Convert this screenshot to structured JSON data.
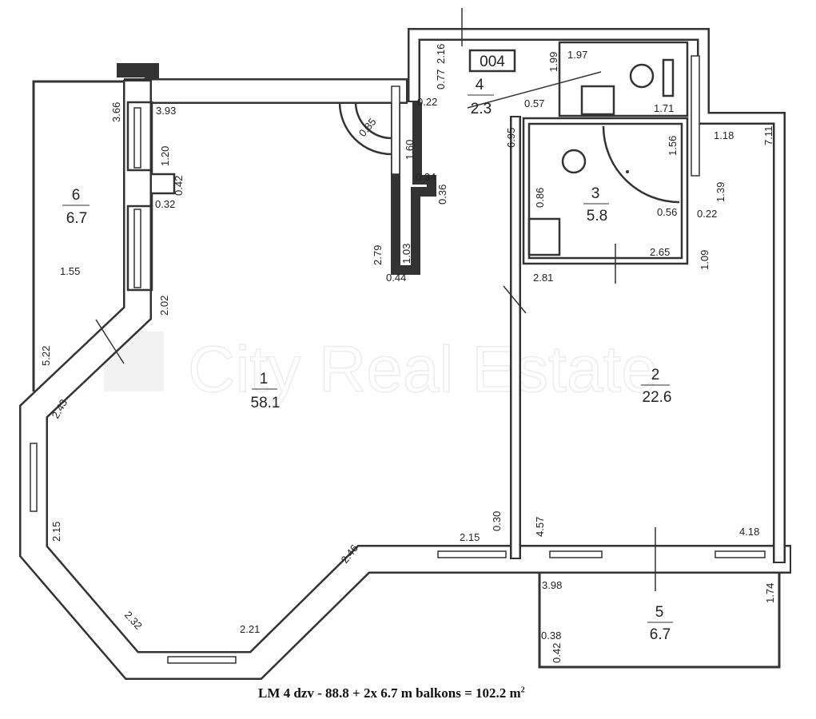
{
  "watermark": "City Real Estate",
  "caption": {
    "text": "LM 4 dzv - 88.8 + 2x 6.7 m balkons = 102.2 m",
    "superscript": "2"
  },
  "apartment_code": "004",
  "rooms": [
    {
      "number": "1",
      "area": "58.1"
    },
    {
      "number": "2",
      "area": "22.6"
    },
    {
      "number": "3",
      "area": "5.8"
    },
    {
      "number": "4",
      "area": "2.3"
    },
    {
      "number": "5",
      "area": "6.7"
    },
    {
      "number": "6",
      "area": "6.7"
    }
  ],
  "dimensions": [
    "2.16",
    "0.77",
    "0.22",
    "1.97",
    "1.99",
    "1.71",
    "0.57",
    "6.95",
    "1.56",
    "1.18",
    "7.11",
    "1.39",
    "0.22",
    "0.56",
    "0.86",
    "2.65",
    "1.09",
    "2.81",
    "1.60",
    "0.34",
    "0.36",
    "1.03",
    "2.79",
    "0.44",
    "3.66",
    "3.93",
    "1.20",
    "0.42",
    "0.32",
    "1.55",
    "2.02",
    "5.22",
    "2.43",
    "2.15",
    "2.32",
    "2.21",
    "2.46",
    "2.15",
    "0.30",
    "4.57",
    "4.18",
    "3.98",
    "1.74",
    "0.38",
    "0.42",
    "0.85"
  ]
}
